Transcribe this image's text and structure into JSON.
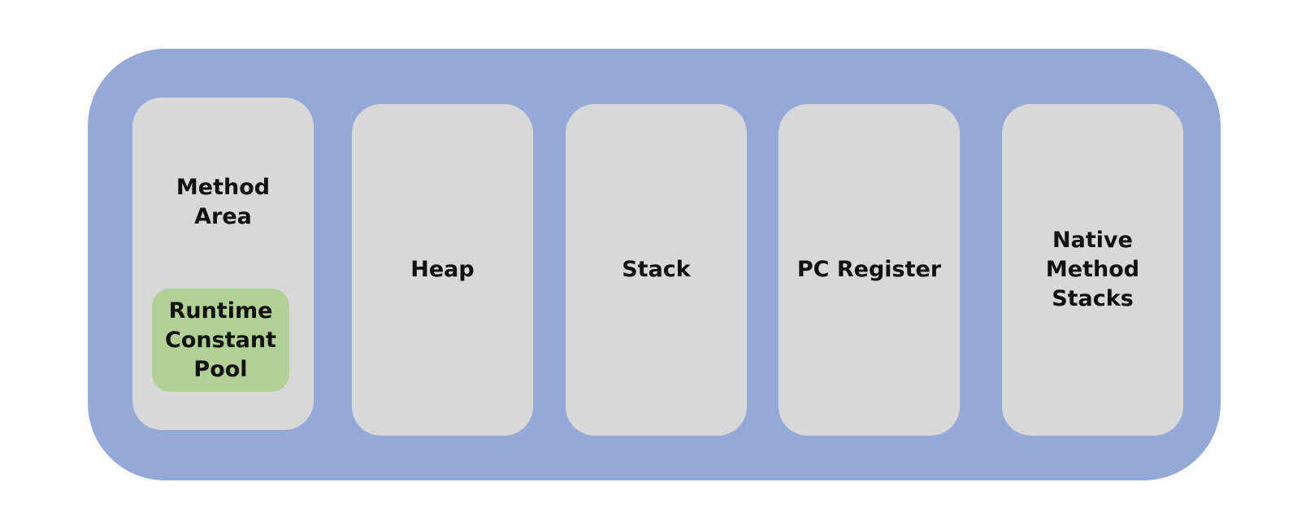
{
  "diagram": {
    "method_area": {
      "label": "Method\nArea"
    },
    "runtime_constant_pool": {
      "label": "Runtime\nConstant\nPool"
    },
    "heap": {
      "label": "Heap"
    },
    "stack": {
      "label": "Stack"
    },
    "pc_register": {
      "label": "PC Register"
    },
    "native_method_stacks": {
      "label": "Native\nMethod\nStacks"
    }
  },
  "colors": {
    "container": "#95a9d9",
    "area": "#d8d8d8",
    "pool": "#b1d096"
  }
}
